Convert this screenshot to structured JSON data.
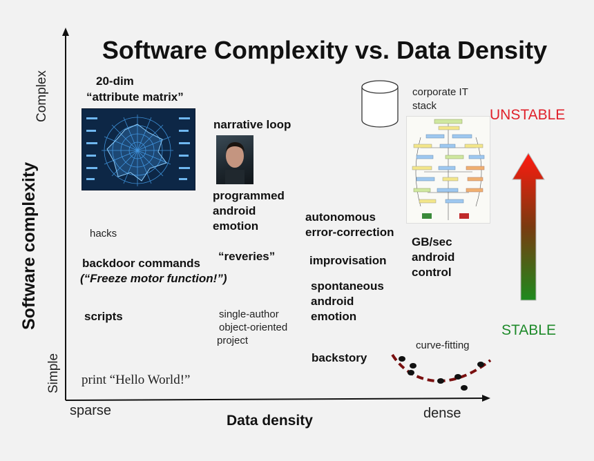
{
  "title": "Software Complexity vs. Data Density",
  "axes": {
    "y_label": "Software complexity",
    "y_top": "Complex",
    "y_bottom": "Simple",
    "x_label": "Data density",
    "x_left": "sparse",
    "x_right": "dense"
  },
  "items": {
    "attribute_matrix_line1": "20-dim",
    "attribute_matrix_line2": "“attribute matrix”",
    "narrative_loop": "narrative loop",
    "programmed_line1": "programmed",
    "programmed_line2": "android",
    "programmed_line3": "emotion",
    "hacks": "hacks",
    "backdoor_line1": "backdoor commands",
    "backdoor_line2": "(“Freeze motor function!”)",
    "scripts": "scripts",
    "hello_world": "print “Hello World!”",
    "reveries": "“reveries”",
    "single_author_line1": "single-author",
    "single_author_line2": "object-oriented",
    "single_author_line3": "project",
    "autonomous_line1": "autonomous",
    "autonomous_line2": "error-correction",
    "improvisation": "improvisation",
    "spontaneous_line1": "spontaneous",
    "spontaneous_line2": "android",
    "spontaneous_line3": "emotion",
    "backstory": "backstory",
    "corporate_line1": "corporate IT",
    "corporate_line2": "stack",
    "gbsec_line1": "GB/sec",
    "gbsec_line2": "android",
    "gbsec_line3": "control",
    "curve_fitting": "curve-fitting"
  },
  "stability": {
    "top": "UNSTABLE",
    "bottom": "STABLE",
    "top_color": "#e0202a",
    "bottom_color": "#1e8a2a"
  },
  "icons": [
    "database-icon",
    "stability-arrow-icon",
    "curve-fit-icon"
  ]
}
